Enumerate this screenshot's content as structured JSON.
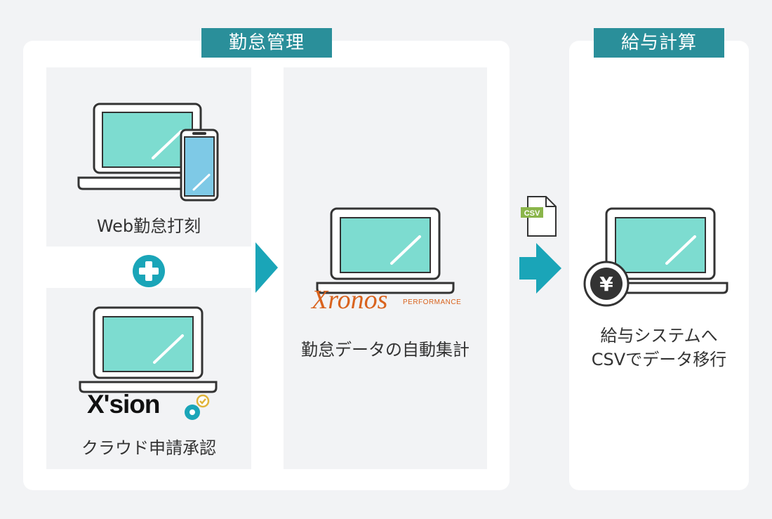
{
  "sections": {
    "kintai": "勤怠管理",
    "kyuyo": "給与計算"
  },
  "cards": {
    "web": "Web勤怠打刻",
    "xsion_label": "クラウド申請承認",
    "xronos_label": "勤怠データの自動集計",
    "payroll_line1": "給与システムへ",
    "payroll_line2": "CSVでデータ移行"
  },
  "logos": {
    "xsion": "X'sion",
    "xronos": "Xronos",
    "xronos_sub": "PERFORMANCE"
  },
  "icons": {
    "csv": "CSV",
    "yen": "¥"
  },
  "colors": {
    "teal": "#2a8f9a",
    "screen": "#7ddcd0",
    "arrow": "#1aa5b8"
  }
}
